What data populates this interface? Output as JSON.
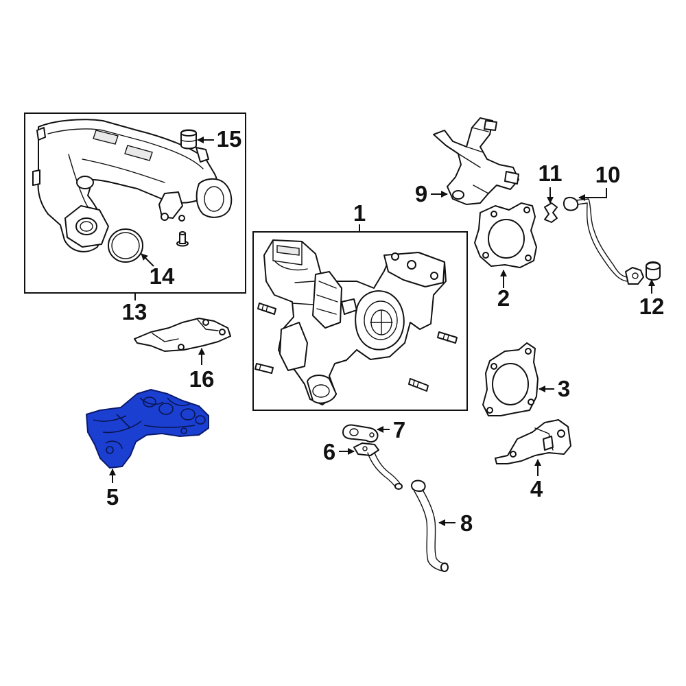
{
  "diagram": {
    "highlight_color": "#1b3fd1",
    "line_color": "#111111",
    "background": "#ffffff",
    "highlighted_part": "5",
    "callouts": {
      "c1": "1",
      "c2": "2",
      "c3": "3",
      "c4": "4",
      "c5": "5",
      "c6": "6",
      "c7": "7",
      "c8": "8",
      "c9": "9",
      "c10": "10",
      "c11": "11",
      "c12": "12",
      "c13": "13",
      "c14": "14",
      "c15": "15",
      "c16": "16"
    }
  }
}
